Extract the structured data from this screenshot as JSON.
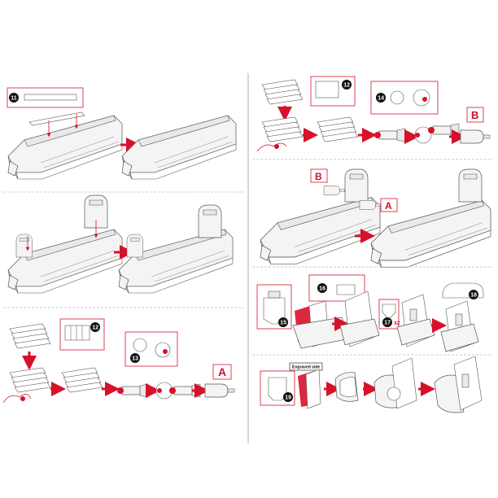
{
  "steps": {
    "s11": "11",
    "s12a": "12",
    "s13": "13",
    "s12b": "12",
    "s14": "14",
    "s15": "15",
    "s16": "16",
    "s17": "17",
    "s18": "18",
    "s19": "19"
  },
  "labels": {
    "A_left": "A",
    "B_right": "B",
    "B_mid": "B",
    "A_mid": "A",
    "x2": "X2",
    "engraved": "Engraved side"
  },
  "colors": {
    "accent": "#d8112a",
    "line": "#555555"
  }
}
